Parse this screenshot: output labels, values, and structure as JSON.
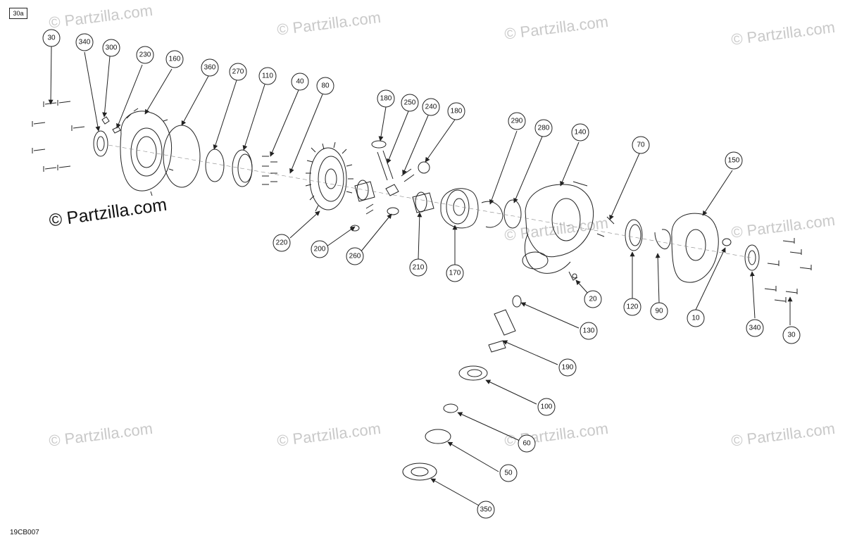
{
  "diagram": {
    "corner_tag": "30a",
    "diagram_code": "19CB007",
    "watermark_text": "© Partzilla.com",
    "main_watermark_text": "© Partzilla.com"
  },
  "callouts": [
    "30",
    "340",
    "300",
    "230",
    "160",
    "360",
    "270",
    "110",
    "40",
    "80",
    "180",
    "250",
    "240",
    "180",
    "290",
    "280",
    "140",
    "70",
    "150",
    "220",
    "200",
    "260",
    "210",
    "170",
    "20",
    "120",
    "90",
    "10",
    "340",
    "30",
    "130",
    "190",
    "100",
    "60",
    "50",
    "350"
  ],
  "colors": {
    "line": "#222222",
    "watermark": "#c9c9c9",
    "background": "#ffffff"
  }
}
